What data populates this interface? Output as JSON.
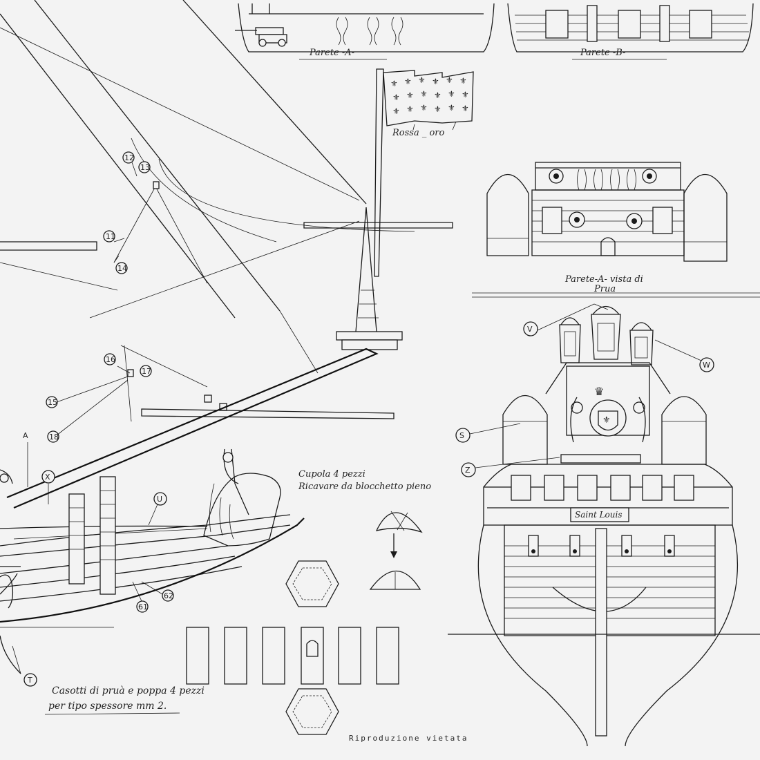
{
  "labels": {
    "parete_a": "Parete -A-",
    "parete_b": "Parete -B-",
    "flag_colors": "Rossa _ oro",
    "parete_a_vista_line1": "Parete-A- vista di",
    "parete_a_vista_line2": "Prua",
    "cupola_line1": "Cupola 4 pezzi",
    "cupola_line2": "Ricavare da blocchetto pieno",
    "casotti_line1": "Casotti di pruà e poppa 4 pezzi",
    "casotti_line2": "per tipo  spessore mm 2.",
    "stern_plate": "Saint Louis",
    "footer": "Riproduzione vietata"
  },
  "callouts": {
    "n12": "12",
    "n13": "13",
    "n11": "11",
    "n14": "14",
    "n16": "16",
    "n17": "17",
    "n15": "15",
    "n18": "18",
    "n61": "61",
    "n62": "62",
    "A": "A",
    "X": "X",
    "U": "U",
    "T": "T",
    "V": "V",
    "W": "W",
    "S": "S",
    "Z": "Z"
  }
}
